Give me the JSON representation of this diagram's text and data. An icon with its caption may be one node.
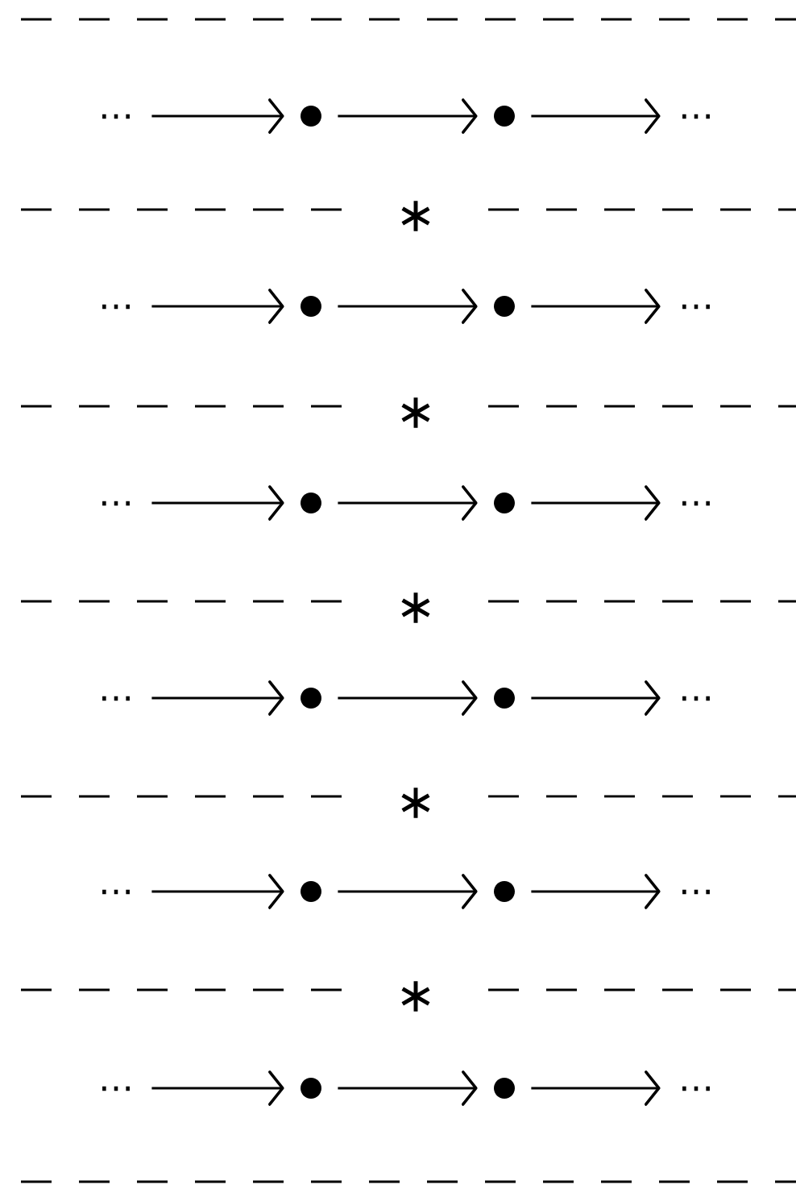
{
  "diagram": {
    "nodes": [
      {
        "text": [
          "⋯"
        ]
      },
      {
        "text": [],
        "shape": "circle"
      },
      {
        "text": [],
        "shape": "circle"
      },
      {
        "text": [
          "⋯"
        ]
      },
      {
        "text": [
          "⋯"
        ]
      },
      {
        "text": [],
        "shape": "circle"
      },
      {
        "text": [],
        "shape": "circle"
      },
      {
        "text": [
          "⋯"
        ]
      },
      {
        "text": [
          "⋯"
        ]
      },
      {
        "text": [],
        "shape": "circle"
      },
      {
        "text": [],
        "shape": "circle"
      },
      {
        "text": [
          "⋯"
        ]
      },
      {
        "text": [
          "⋯"
        ]
      },
      {
        "text": [],
        "shape": "circle"
      },
      {
        "text": [],
        "shape": "circle"
      },
      {
        "text": [
          "⋯"
        ]
      },
      {
        "text": [
          "⋯"
        ]
      },
      {
        "text": [],
        "shape": "circle"
      },
      {
        "text": [],
        "shape": "circle"
      },
      {
        "text": [
          "⋯"
        ]
      },
      {
        "text": [
          "⋯"
        ]
      },
      {
        "text": [],
        "shape": "circle"
      },
      {
        "text": [],
        "shape": "circle"
      },
      {
        "text": [
          "⋯"
        ]
      }
    ],
    "edges": [
      {
        "from": 0,
        "to": 1,
        "arrow": "to"
      },
      {
        "from": 1,
        "to": 2,
        "arrow": "to"
      },
      {
        "from": 2,
        "to": 3,
        "arrow": "to"
      },
      {
        "from": 4,
        "to": 5,
        "arrow": "to"
      },
      {
        "from": 5,
        "to": 6,
        "arrow": "to"
      },
      {
        "from": 6,
        "to": 7,
        "arrow": "to"
      },
      {
        "from": 8,
        "to": 9,
        "arrow": "to"
      },
      {
        "from": 9,
        "to": 10,
        "arrow": "to"
      },
      {
        "from": 10,
        "to": 11,
        "arrow": "to"
      },
      {
        "from": 12,
        "to": 13,
        "arrow": "to"
      },
      {
        "from": 13,
        "to": 14,
        "arrow": "to"
      },
      {
        "from": 14,
        "to": 15,
        "arrow": "to"
      },
      {
        "from": 16,
        "to": 17,
        "arrow": "to"
      },
      {
        "from": 17,
        "to": 18,
        "arrow": "to"
      },
      {
        "from": 18,
        "to": 19,
        "arrow": "to"
      },
      {
        "from": 20,
        "to": 21,
        "arrow": "to"
      },
      {
        "from": 21,
        "to": 22,
        "arrow": "to"
      },
      {
        "from": 22,
        "to": 23,
        "arrow": "to"
      }
    ],
    "labels": [
      "∗",
      "∗",
      "∗",
      "∗",
      "∗"
    ]
  }
}
